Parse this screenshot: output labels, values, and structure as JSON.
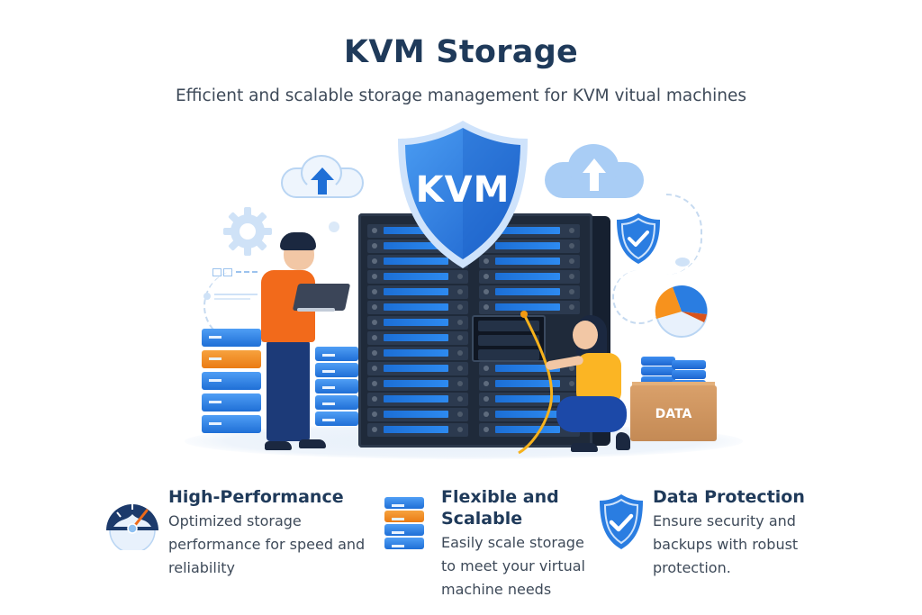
{
  "header": {
    "title": "KVM Storage",
    "subtitle": "Efficient and scalable storage management for KVM vitual machines"
  },
  "illustration": {
    "shield_label": "KVM",
    "box_label": "DATA",
    "colors": {
      "primary_blue": "#2a7de1",
      "rack_dark": "#1f2a3a",
      "accent_orange": "#f26a1b",
      "accent_yellow": "#fbb524",
      "title_navy": "#1f3a5a"
    }
  },
  "features": [
    {
      "icon": "speedometer-icon",
      "title": "High-Performance",
      "description": "Optimized storage performance for speed and reliability"
    },
    {
      "icon": "server-stack-icon",
      "title": "Flexible and Scalable",
      "description": "Easily scale storage to meet your virtual machine needs"
    },
    {
      "icon": "shield-check-icon",
      "title": "Data Protection",
      "description": "Ensure security and backups with robust protection."
    }
  ]
}
